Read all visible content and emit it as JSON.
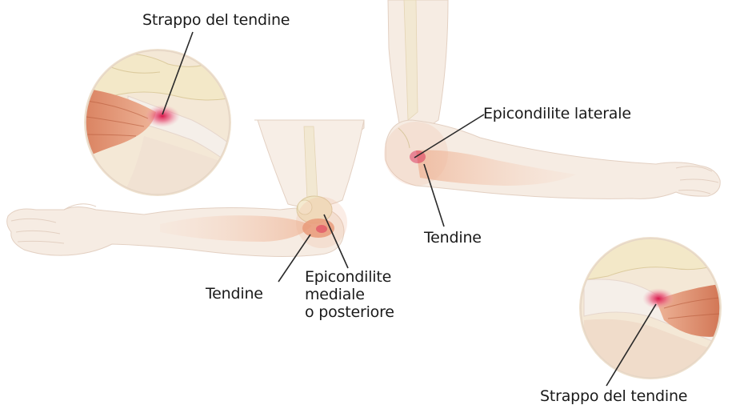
{
  "labels": {
    "tear_top_left": "Strappo del tendine",
    "lateral_epicondylitis": "Epicondilite laterale",
    "tendon_right": "Tendine",
    "tendon_left": "Tendine",
    "medial_epicondylitis": [
      "Epicondilite",
      "mediale",
      "o posteriore"
    ],
    "tear_bottom_right": "Strappo del tendine"
  },
  "colors": {
    "skin": "#f6ece3",
    "skin_outline": "#e3d0c2",
    "muscle": "#e79a78",
    "muscle_dark": "#c9684a",
    "bone": "#f1e6c8",
    "tear": "#d8164a",
    "leader_line": "#2a2a2a"
  }
}
